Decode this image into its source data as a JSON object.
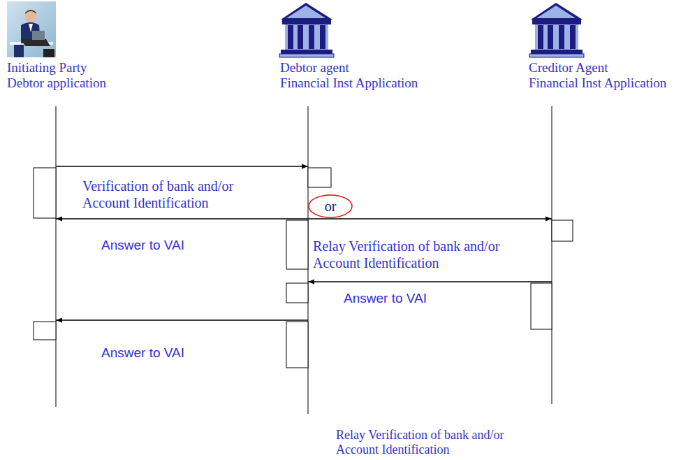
{
  "diagram": {
    "nodes": [
      {
        "text": [
          "Initiating Party Debtor application"
        ]
      },
      {
        "text": [
          "Debtor agent Financial Inst Application"
        ]
      },
      {
        "text": [
          "Creditor Agent Financial Inst Application"
        ]
      }
    ],
    "edges": [
      {
        "from": 0,
        "to": 1,
        "arrow": "to",
        "label": "Verification of bank and/or Account Identification"
      },
      {
        "from": 1,
        "to": 0,
        "arrow": "to",
        "label": "Answer to VAI"
      },
      {
        "from": 1,
        "to": 2,
        "arrow": "to",
        "label": "Relay Verification of bank and/or Account Identification"
      },
      {
        "from": 2,
        "to": 1,
        "arrow": "to",
        "label": "Answer to VAI"
      },
      {
        "from": 1,
        "to": 0,
        "arrow": "to",
        "label": "Answer to VAI"
      }
    ],
    "labels": [
      "or",
      "Relay Verification of bank and/or Account Identification"
    ]
  }
}
